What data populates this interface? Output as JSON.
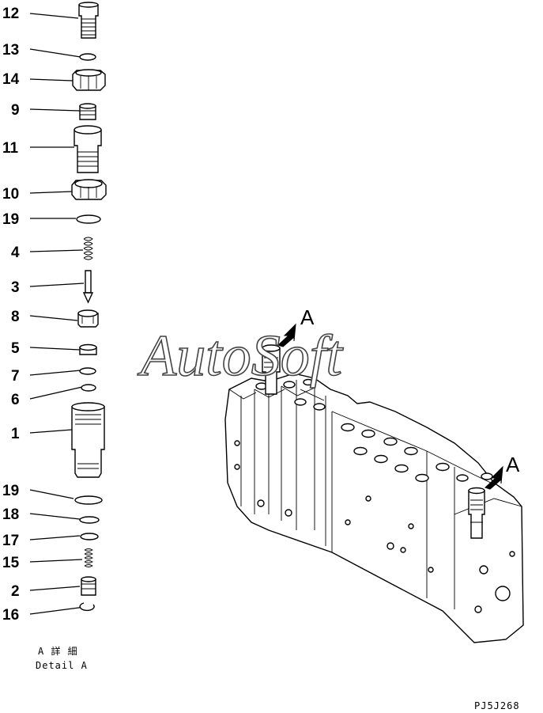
{
  "parts": [
    {
      "no": "12"
    },
    {
      "no": "13"
    },
    {
      "no": "14"
    },
    {
      "no": "9"
    },
    {
      "no": "11"
    },
    {
      "no": "10"
    },
    {
      "no": "19"
    },
    {
      "no": "4"
    },
    {
      "no": "3"
    },
    {
      "no": "8"
    },
    {
      "no": "5"
    },
    {
      "no": "7"
    },
    {
      "no": "6"
    },
    {
      "no": "1"
    },
    {
      "no": "19"
    },
    {
      "no": "18"
    },
    {
      "no": "17"
    },
    {
      "no": "15"
    },
    {
      "no": "2"
    },
    {
      "no": "16"
    }
  ],
  "detail": {
    "jp": "A 詳 細",
    "en": "Detail A"
  },
  "callouts": {
    "a1": "A",
    "a2": "A"
  },
  "watermark": "AutoSoft",
  "drawing_code": "PJ5J268"
}
